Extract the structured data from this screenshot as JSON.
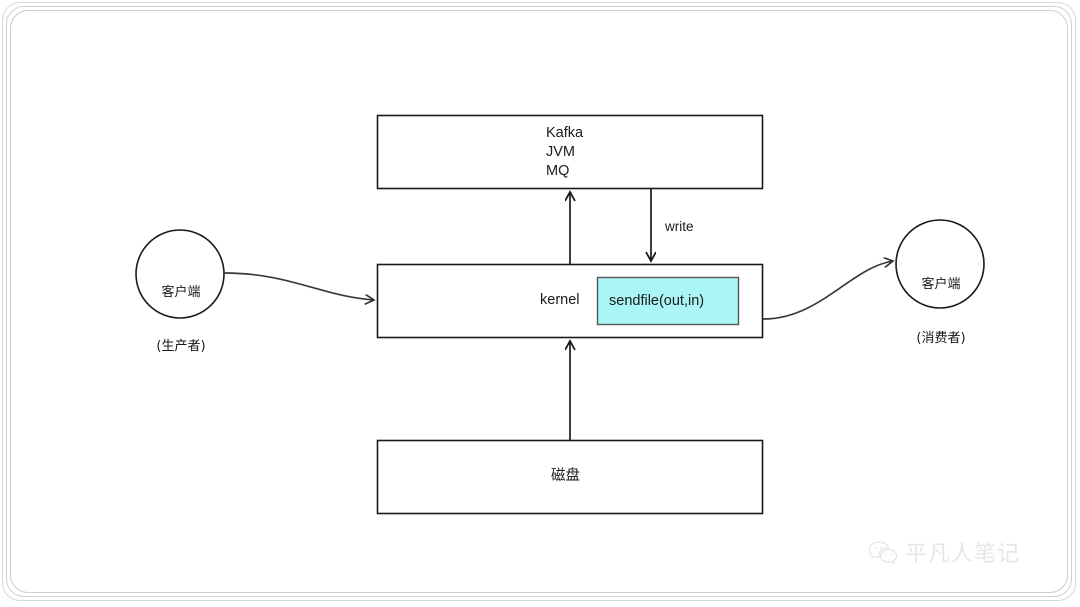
{
  "diagram": {
    "title": "Kafka zero-copy sendfile data flow",
    "nodes": {
      "kafka_box": {
        "lines": "Kafka\nJVM\nMQ"
      },
      "kernel_box": {
        "label": "kernel"
      },
      "sendfile_box": {
        "label": "sendfile(out,in)",
        "fill": "#aaf5f5",
        "stroke": "#555555"
      },
      "disk_box": {
        "label": "磁盘"
      },
      "producer_circle": {
        "line1": "客户端",
        "line2": "(生产者)"
      },
      "consumer_circle": {
        "line1": "客户端",
        "line2": "(消费者)"
      }
    },
    "edges": [
      {
        "name": "producer-to-kernel",
        "label": ""
      },
      {
        "name": "kafka-write-to-kernel",
        "label": "write"
      },
      {
        "name": "kernel-to-kafka",
        "label": ""
      },
      {
        "name": "disk-to-kernel",
        "label": ""
      },
      {
        "name": "kernel-to-consumer",
        "label": ""
      }
    ],
    "colors": {
      "stroke": "#1a1a1a",
      "edge": "#3a3a3a",
      "box_fill": "#ffffff",
      "accent": "#aaf5f5",
      "frame": "#d2d2d2"
    }
  },
  "watermark": {
    "icon": "wechat-icon",
    "text": "平凡人笔记"
  }
}
